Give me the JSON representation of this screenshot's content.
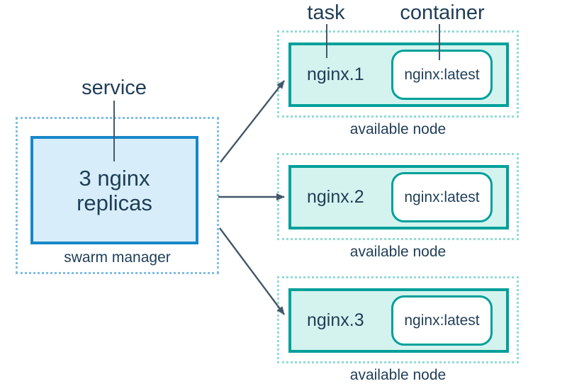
{
  "diagram": {
    "labels": {
      "task": "task",
      "container": "container",
      "service": "service"
    },
    "manager": {
      "box_label": "3 nginx replicas",
      "caption": "swarm manager"
    },
    "nodes": [
      {
        "task": "nginx.1",
        "container": "nginx:latest",
        "caption": "available node"
      },
      {
        "task": "nginx.2",
        "container": "nginx:latest",
        "caption": "available node"
      },
      {
        "task": "nginx.3",
        "container": "nginx:latest",
        "caption": "available node"
      }
    ],
    "colors": {
      "text": "#1f3d57",
      "arrow": "#44586a",
      "service_box_border": "#1787c9",
      "service_box_fill": "#d7edfa",
      "manager_dotted_border": "#7fbde6",
      "task_box_border": "#00a09a",
      "task_box_fill": "#d4f3ef",
      "node_dotted_border": "#93dbd4",
      "container_fill": "#ffffff"
    }
  }
}
